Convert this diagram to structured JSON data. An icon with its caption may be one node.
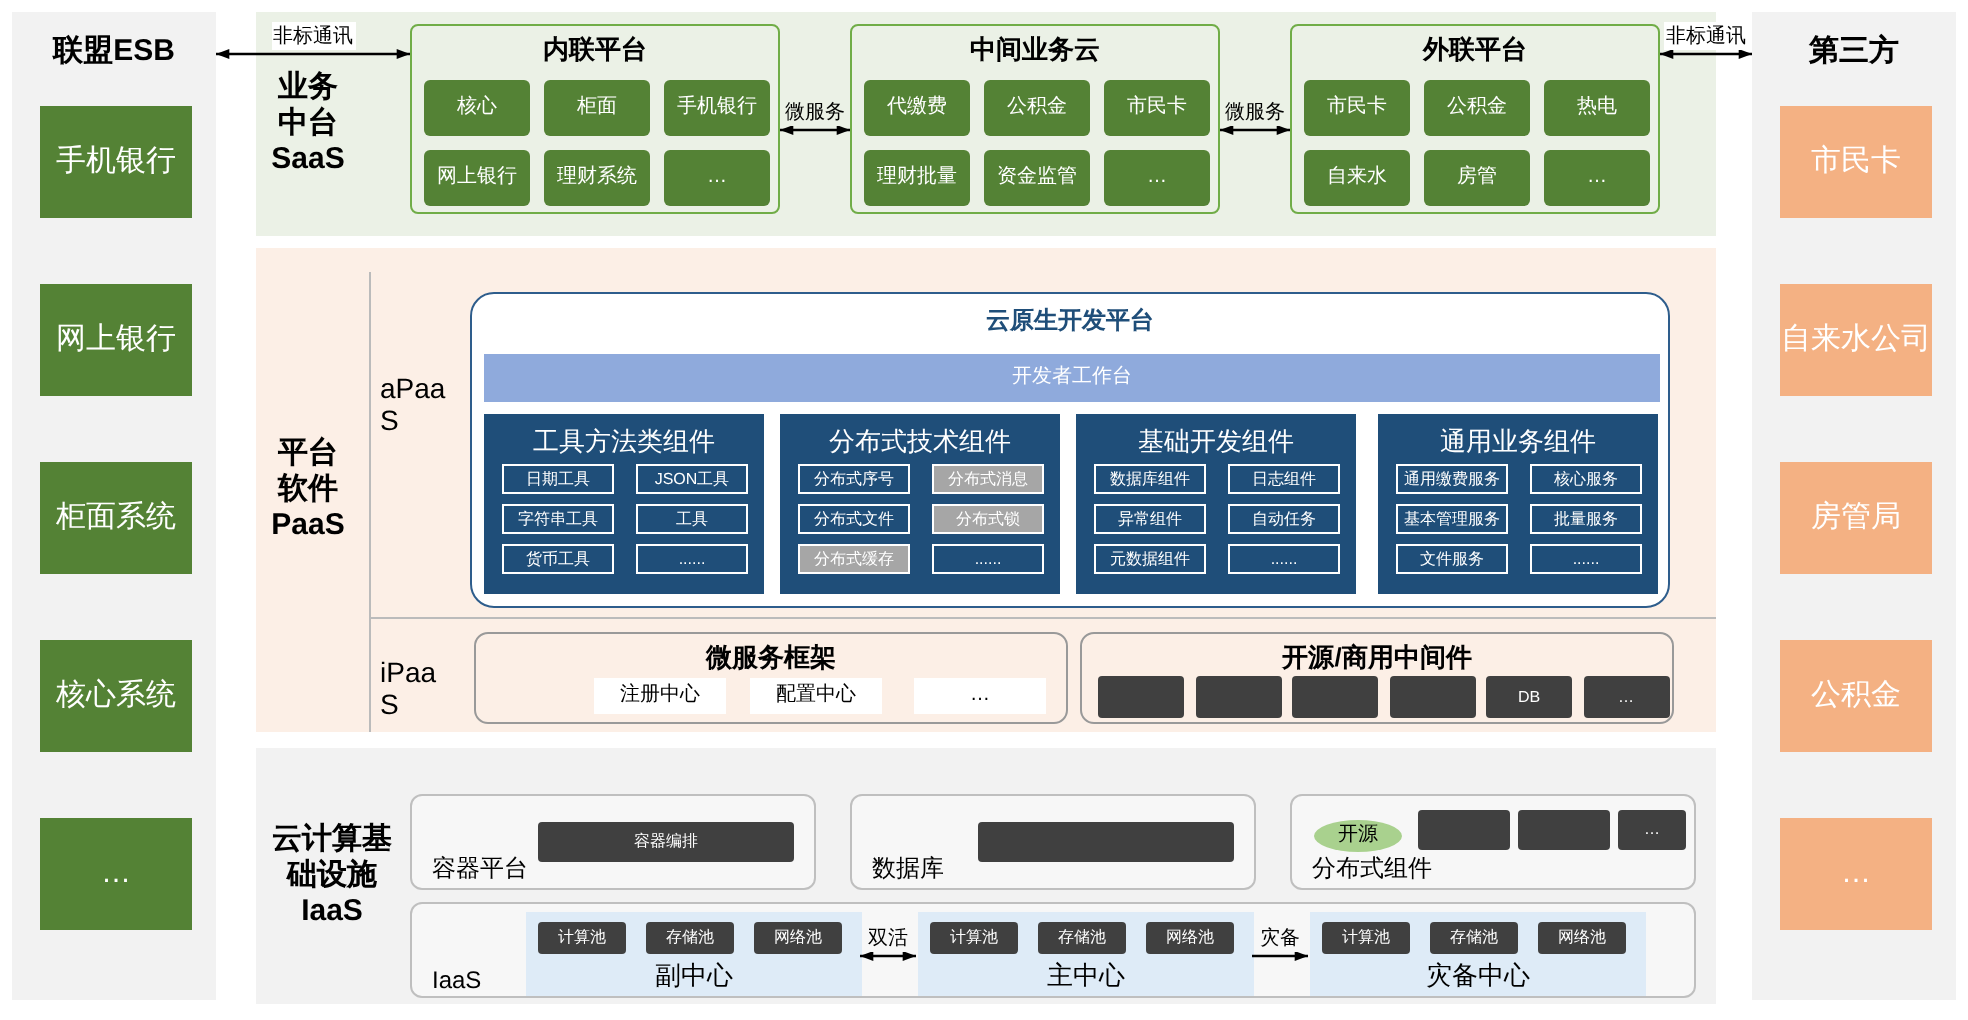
{
  "diagram": {
    "nodes": [
      {
        "text": [
          "联盟ESB"
        ]
      },
      {
        "text": [
          "手机银行"
        ],
        "in": 0
      },
      {
        "text": [
          "网上银行"
        ],
        "in": 0
      },
      {
        "text": [
          "柜面系统"
        ],
        "in": 0
      },
      {
        "text": [
          "核心系统"
        ],
        "in": 0
      },
      {
        "text": [
          "…"
        ],
        "in": 0
      },
      {
        "text": [
          "第三方"
        ]
      },
      {
        "text": [
          "市民卡"
        ],
        "in": 6
      },
      {
        "text": [
          "自来水公司"
        ],
        "in": 6
      },
      {
        "text": [
          "房管局"
        ],
        "in": 6
      },
      {
        "text": [
          "公积金"
        ],
        "in": 6
      },
      {
        "text": [
          "…"
        ],
        "in": 6
      },
      {
        "text": [
          "业务中台SaaS"
        ]
      },
      {
        "text": [
          "内联平台"
        ],
        "in": 12
      },
      {
        "text": [
          "核心"
        ],
        "in": 13
      },
      {
        "text": [
          "柜面"
        ],
        "in": 13
      },
      {
        "text": [
          "手机银行"
        ],
        "in": 13
      },
      {
        "text": [
          "网上银行"
        ],
        "in": 13
      },
      {
        "text": [
          "理财系统"
        ],
        "in": 13
      },
      {
        "text": [
          "…"
        ],
        "in": 13
      },
      {
        "text": [
          "中间业务云"
        ],
        "in": 12
      },
      {
        "text": [
          "代缴费"
        ],
        "in": 20
      },
      {
        "text": [
          "公积金"
        ],
        "in": 20
      },
      {
        "text": [
          "市民卡"
        ],
        "in": 20
      },
      {
        "text": [
          "理财批量"
        ],
        "in": 20
      },
      {
        "text": [
          "资金监管"
        ],
        "in": 20
      },
      {
        "text": [
          "…"
        ],
        "in": 20
      },
      {
        "text": [
          "外联平台"
        ],
        "in": 12
      },
      {
        "text": [
          "市民卡"
        ],
        "in": 27
      },
      {
        "text": [
          "公积金"
        ],
        "in": 27
      },
      {
        "text": [
          "热电"
        ],
        "in": 27
      },
      {
        "text": [
          "自来水"
        ],
        "in": 27
      },
      {
        "text": [
          "房管"
        ],
        "in": 27
      },
      {
        "text": [
          "…"
        ],
        "in": 27
      },
      {
        "text": [
          "平台软件PaaS"
        ]
      },
      {
        "text": [
          "云原生开发平台"
        ],
        "in": 34
      },
      {
        "text": [
          "开发者工作台"
        ],
        "in": 35
      },
      {
        "text": [
          "工具方法类组件"
        ],
        "in": 35
      },
      {
        "text": [
          "日期工具"
        ],
        "in": 37
      },
      {
        "text": [
          "JSON工具"
        ],
        "in": 37
      },
      {
        "text": [
          "字符串工具"
        ],
        "in": 37
      },
      {
        "text": [
          "工具"
        ],
        "in": 37
      },
      {
        "text": [
          "货币工具"
        ],
        "in": 37
      },
      {
        "text": [
          "......"
        ],
        "in": 37
      },
      {
        "text": [
          "分布式技术组件"
        ],
        "in": 35
      },
      {
        "text": [
          "分布式序号"
        ],
        "in": 44
      },
      {
        "text": [
          "分布式消息"
        ],
        "in": 44
      },
      {
        "text": [
          "分布式文件"
        ],
        "in": 44
      },
      {
        "text": [
          "分布式锁"
        ],
        "in": 44
      },
      {
        "text": [
          "分布式缓存"
        ],
        "in": 44
      },
      {
        "text": [
          "......"
        ],
        "in": 44
      },
      {
        "text": [
          "基础开发组件"
        ],
        "in": 35
      },
      {
        "text": [
          "数据库组件"
        ],
        "in": 51
      },
      {
        "text": [
          "日志组件"
        ],
        "in": 51
      },
      {
        "text": [
          "异常组件"
        ],
        "in": 51
      },
      {
        "text": [
          "自动任务"
        ],
        "in": 51
      },
      {
        "text": [
          "元数据组件"
        ],
        "in": 51
      },
      {
        "text": [
          "......"
        ],
        "in": 51
      },
      {
        "text": [
          "通用业务组件"
        ],
        "in": 35
      },
      {
        "text": [
          "通用缴费服务"
        ],
        "in": 58
      },
      {
        "text": [
          "核心服务"
        ],
        "in": 58
      },
      {
        "text": [
          "基本管理服务"
        ],
        "in": 58
      },
      {
        "text": [
          "批量服务"
        ],
        "in": 58
      },
      {
        "text": [
          "文件服务"
        ],
        "in": 58
      },
      {
        "text": [
          "......"
        ],
        "in": 58
      },
      {
        "text": [
          "微服务框架"
        ],
        "in": 34
      },
      {
        "text": [
          "注册中心"
        ],
        "in": 65
      },
      {
        "text": [
          "配置中心"
        ],
        "in": 65
      },
      {
        "text": [
          "…"
        ],
        "in": 65
      },
      {
        "text": [
          "开源/商用中间件"
        ],
        "in": 34
      },
      {
        "text": [],
        "shape": "box",
        "in": 69
      },
      {
        "text": [],
        "shape": "box",
        "in": 69
      },
      {
        "text": [],
        "shape": "box",
        "in": 69
      },
      {
        "text": [],
        "shape": "box",
        "in": 69
      },
      {
        "text": [
          "DB"
        ],
        "in": 69
      },
      {
        "text": [
          "…"
        ],
        "in": 69
      },
      {
        "text": [
          "云计算基础设施IaaS"
        ]
      },
      {
        "text": [
          "容器平台"
        ],
        "in": 76
      },
      {
        "text": [
          "容器编排"
        ],
        "in": 77
      },
      {
        "text": [
          "数据库"
        ],
        "in": 76
      },
      {
        "text": [],
        "shape": "box",
        "in": 79
      },
      {
        "text": [
          "分布式组件"
        ],
        "in": 76
      },
      {
        "text": [
          "开源"
        ],
        "in": 81
      },
      {
        "text": [],
        "shape": "box",
        "in": 81
      },
      {
        "text": [],
        "shape": "box",
        "in": 81
      },
      {
        "text": [
          "…"
        ],
        "in": 81
      },
      {
        "text": [
          "IaaS"
        ],
        "in": 76
      },
      {
        "text": [
          "副中心"
        ],
        "in": 86
      },
      {
        "text": [
          "计算池"
        ],
        "in": 87
      },
      {
        "text": [
          "存储池"
        ],
        "in": 87
      },
      {
        "text": [
          "网络池"
        ],
        "in": 87
      },
      {
        "text": [
          "主中心"
        ],
        "in": 86
      },
      {
        "text": [
          "计算池"
        ],
        "in": 91
      },
      {
        "text": [
          "存储池"
        ],
        "in": 91
      },
      {
        "text": [
          "网络池"
        ],
        "in": 91
      },
      {
        "text": [
          "灾备中心"
        ],
        "in": 86
      },
      {
        "text": [
          "计算池"
        ],
        "in": 95
      },
      {
        "text": [
          "存储池"
        ],
        "in": 95
      },
      {
        "text": [
          "网络池"
        ],
        "in": 95
      }
    ],
    "edges": [
      {
        "from": 0,
        "to": 13,
        "arrow": "both",
        "label": "非标通讯"
      },
      {
        "from": 27,
        "to": 6,
        "arrow": "both",
        "label": "非标通讯"
      },
      {
        "from": 13,
        "to": 20,
        "arrow": "both",
        "label": "微服务"
      },
      {
        "from": 20,
        "to": 27,
        "arrow": "both",
        "label": "微服务"
      },
      {
        "from": 87,
        "to": 91,
        "arrow": "both",
        "label": "双活"
      },
      {
        "from": 91,
        "to": 95,
        "arrow": "to",
        "label": "灾备"
      }
    ],
    "labels": [
      "aPaaS",
      "iPaaS"
    ]
  }
}
